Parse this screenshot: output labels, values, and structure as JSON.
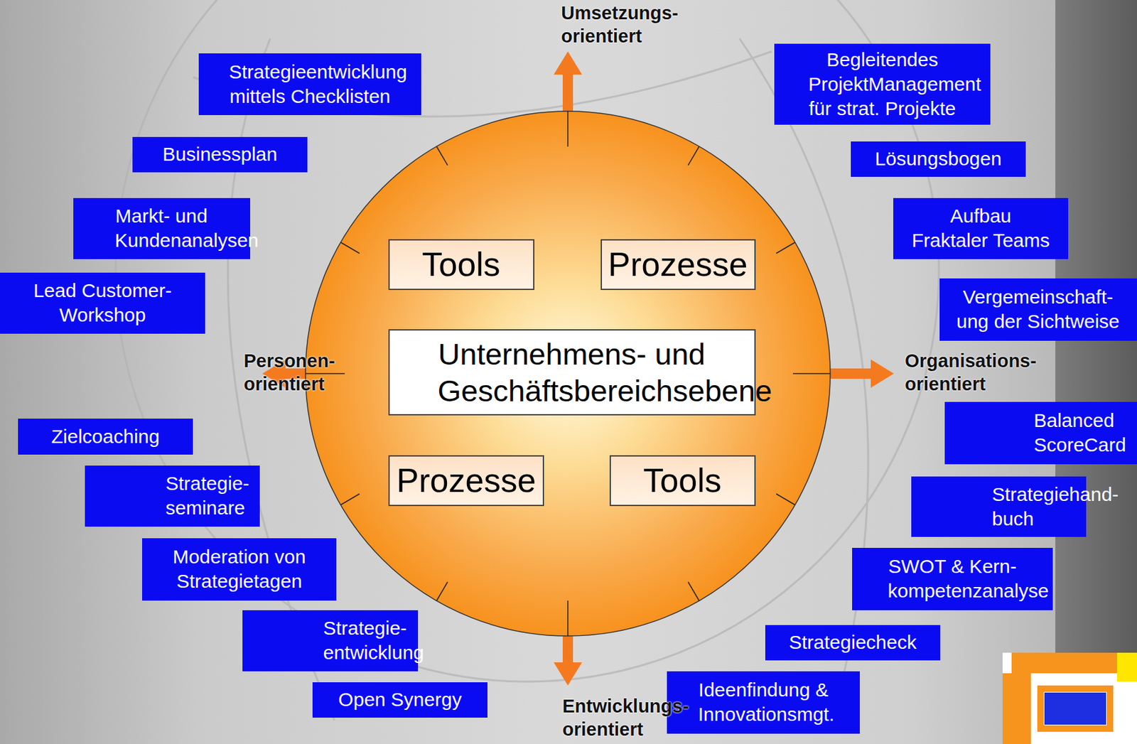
{
  "diagram": {
    "nodes": [
      {
        "text": [
          "Strategieentwicklung mittels Checklisten"
        ]
      },
      {
        "text": [
          "Begleitendes ProjektManagement für strat. Projekte"
        ]
      },
      {
        "text": [
          "Businessplan"
        ]
      },
      {
        "text": [
          "Lösungsbogen"
        ]
      },
      {
        "text": [
          "Markt- und Kundenanalysen"
        ]
      },
      {
        "text": [
          "Aufbau Fraktaler Teams"
        ]
      },
      {
        "text": [
          "Tools"
        ]
      },
      {
        "text": [
          "Prozesse"
        ]
      },
      {
        "text": [
          "Lead Customer- Workshop"
        ]
      },
      {
        "text": [
          "Vergemeinschaft- ung der Sichtweise"
        ]
      },
      {
        "text": [
          "Unternehmens- und Geschäftsbereichsebene"
        ]
      },
      {
        "text": [
          "Zielcoaching"
        ]
      },
      {
        "text": [
          "Balanced ScoreCard"
        ]
      },
      {
        "text": [
          "Prozesse"
        ]
      },
      {
        "text": [
          "Tools"
        ]
      },
      {
        "text": [
          "Strategie- seminare"
        ]
      },
      {
        "text": [
          "Strategiehand- buch"
        ]
      },
      {
        "text": [
          "Moderation von Strategietagen"
        ]
      },
      {
        "text": [
          "SWOT & Kern- kompetenzanalyse"
        ]
      },
      {
        "text": [
          "Strategie- entwicklung"
        ]
      },
      {
        "text": [
          "Strategiecheck"
        ]
      },
      {
        "text": [
          "Open Synergy"
        ]
      },
      {
        "text": [
          "Ideenfindung & Innovationsmgt."
        ]
      }
    ],
    "labels": [
      "Umsetzungs- orientiert",
      "Personen- orientiert",
      "Organisations- orientiert",
      "Entwicklungs- orientiert"
    ]
  }
}
